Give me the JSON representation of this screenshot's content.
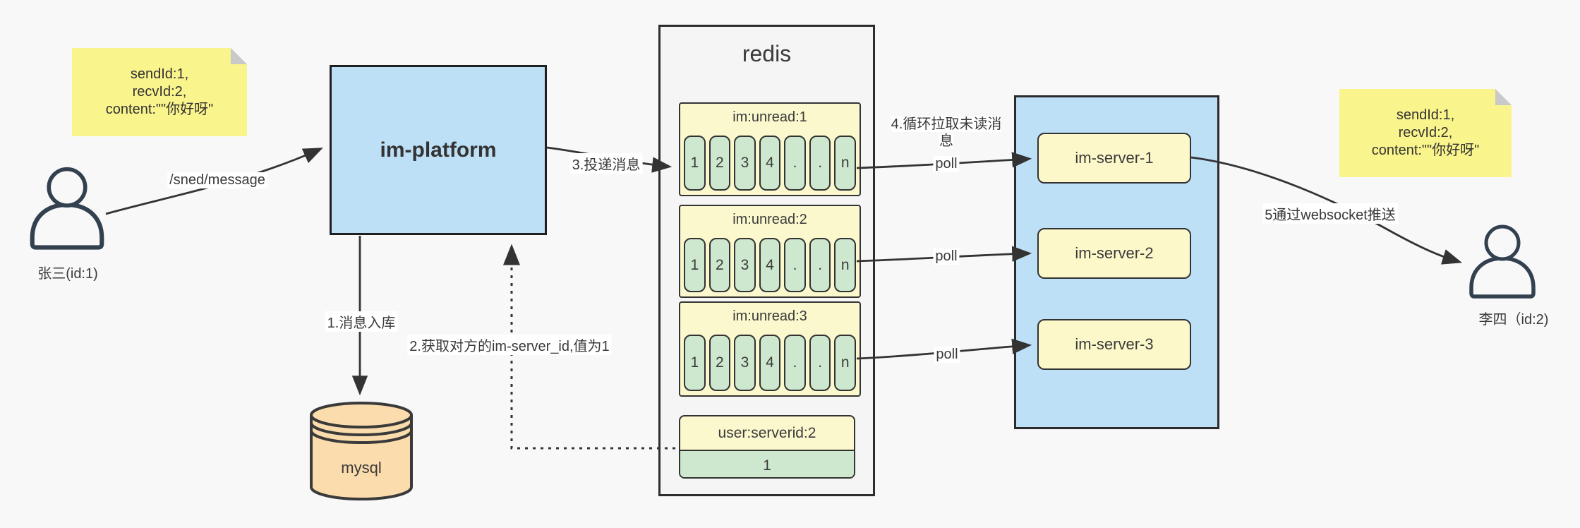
{
  "diagram_title": "im message delivery flow",
  "actors": {
    "sender": {
      "label": "张三(id:1)"
    },
    "receiver": {
      "label": "李四（id:2)"
    }
  },
  "notes": {
    "left": {
      "lines": [
        "sendId:1,",
        "recvId:2,",
        "content:\"\"你好呀\""
      ]
    },
    "right": {
      "lines": [
        "sendId:1,",
        "recvId:2,",
        "content:\"\"你好呀\""
      ]
    }
  },
  "platform": {
    "label": "im-platform"
  },
  "database": {
    "label": "mysql"
  },
  "redis": {
    "title": "redis",
    "queues": [
      {
        "title": "im:unread:1",
        "cells": [
          "1",
          "2",
          "3",
          "4",
          ".",
          ".",
          "n"
        ]
      },
      {
        "title": "im:unread:2",
        "cells": [
          "1",
          "2",
          "3",
          "4",
          ".",
          ".",
          "n"
        ]
      },
      {
        "title": "im:unread:3",
        "cells": [
          "1",
          "2",
          "3",
          "4",
          ".",
          ".",
          "n"
        ]
      }
    ],
    "kv": {
      "title": "user:serverid:2",
      "value": "1"
    }
  },
  "servers": {
    "items": [
      {
        "label": "im-server-1"
      },
      {
        "label": "im-server-2"
      },
      {
        "label": "im-server-3"
      }
    ]
  },
  "edges": {
    "send": "/sned/message",
    "store": "1.消息入库",
    "lookup": "2.获取对方的im-server_id,值为1",
    "deliver": "3.投递消息",
    "pull": "4.循环拉取未读消息",
    "poll1": "poll",
    "poll2": "poll",
    "poll3": "poll",
    "push": "5通过websocket推送"
  },
  "colors": {
    "background": "#f8f8f8",
    "note_yellow": "#faf48c",
    "pale_yellow": "#fcf8cd",
    "green_cell": "#cde8cf",
    "blue_fill": "#bee0f7",
    "redis_fill": "#f5f5f5",
    "mysql_tan": "#fbdcad",
    "stroke_dark": "#333333",
    "person_stroke": "#33404f"
  }
}
